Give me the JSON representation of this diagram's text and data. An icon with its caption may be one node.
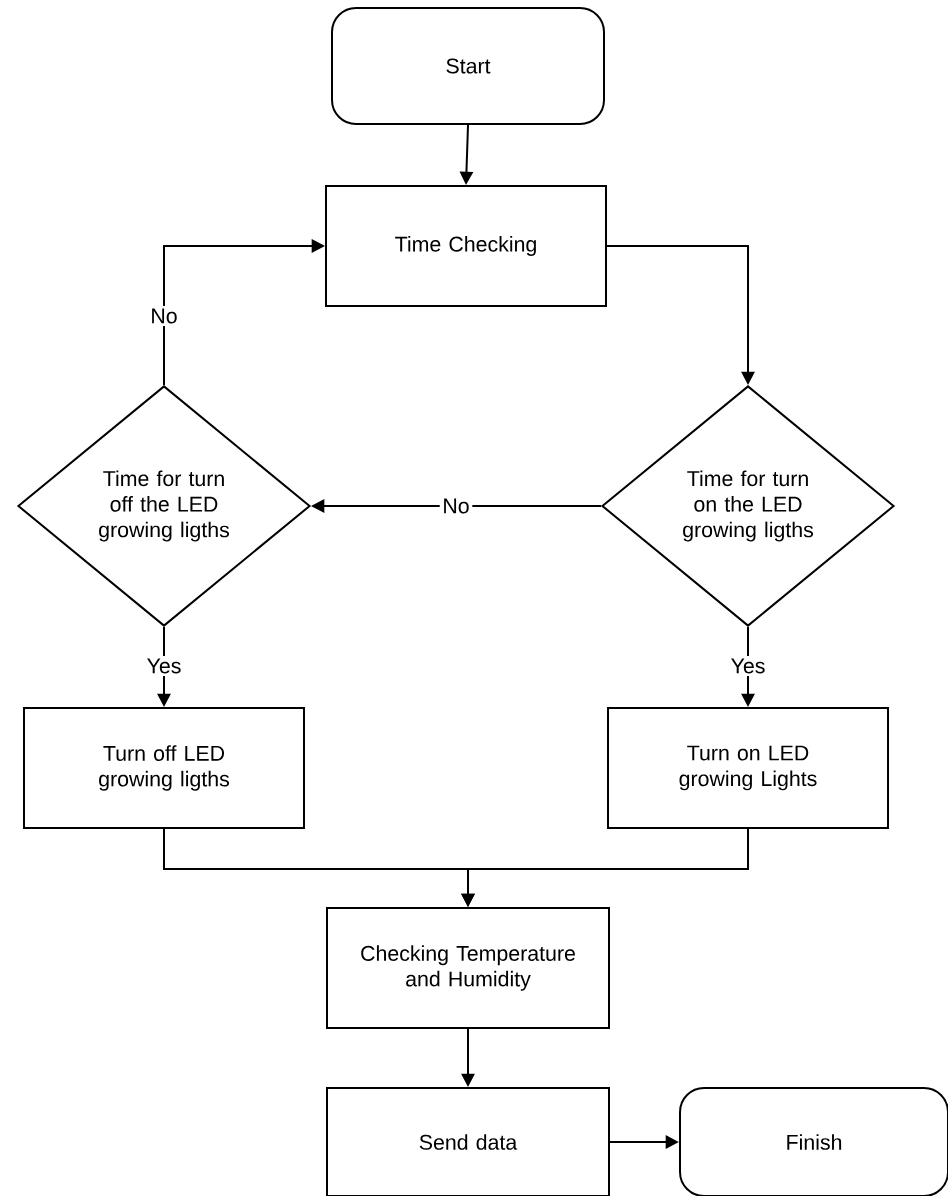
{
  "diagram": {
    "nodes": [
      {
        "text": [
          "Start"
        ]
      },
      {
        "text": [
          "Time Checking"
        ]
      },
      {
        "text": [
          "Time for turn off the LED growing ligths"
        ]
      },
      {
        "text": [
          "Time for turn on the LED growing ligths"
        ]
      },
      {
        "text": [
          "Turn off LED growing ligths"
        ]
      },
      {
        "text": [
          "Turn on LED growing Lights"
        ]
      },
      {
        "text": [
          "Checking Temperature and Humidity"
        ]
      },
      {
        "text": [
          "Send data"
        ]
      },
      {
        "text": [
          "Finish"
        ]
      }
    ],
    "edges": [
      {
        "from": 0,
        "to": 1,
        "arrow": "to"
      },
      {
        "from": 1,
        "to": 3,
        "arrow": "to"
      },
      {
        "from": 3,
        "to": 2,
        "arrow": "to",
        "label": "No"
      },
      {
        "from": 2,
        "to": 1,
        "arrow": "to",
        "label": "No"
      },
      {
        "from": 2,
        "to": 4,
        "arrow": "to",
        "label": "Yes"
      },
      {
        "from": 3,
        "to": 5,
        "arrow": "to",
        "label": "Yes"
      },
      {
        "from": 4,
        "to": 6,
        "arrow": "to"
      },
      {
        "from": 5,
        "to": 6,
        "arrow": "to"
      },
      {
        "from": 6,
        "to": 7,
        "arrow": "to"
      },
      {
        "from": 7,
        "to": 8,
        "arrow": "to"
      }
    ]
  }
}
